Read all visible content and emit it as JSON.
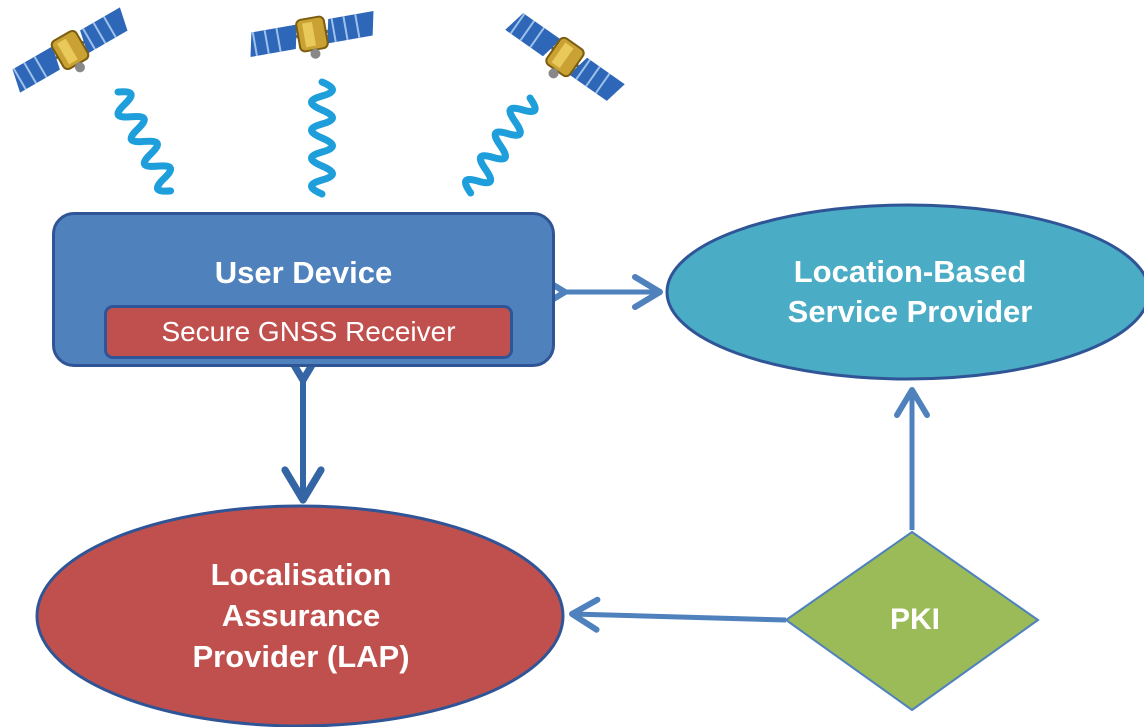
{
  "nodes": {
    "user_device": {
      "title": "User Device",
      "receiver_label": "Secure GNSS Receiver"
    },
    "lbs_provider": {
      "line1": "Location-Based",
      "line2": "Service Provider"
    },
    "lap": {
      "line1": "Localisation",
      "line2": "Assurance",
      "line3": "Provider (LAP)"
    },
    "pki": {
      "label": "PKI"
    }
  },
  "colors": {
    "user_device_fill": "#4f81bd",
    "user_device_border": "#2f5597",
    "receiver_fill": "#c0504d",
    "lbs_fill": "#4bacc6",
    "lap_fill": "#c0504d",
    "pki_fill": "#9bbb59",
    "arrow": "#4f81bd",
    "signal": "#1e9fdc"
  },
  "icons": [
    "satellite-icon",
    "satellite-icon",
    "satellite-icon",
    "gnss-signal-icon"
  ]
}
